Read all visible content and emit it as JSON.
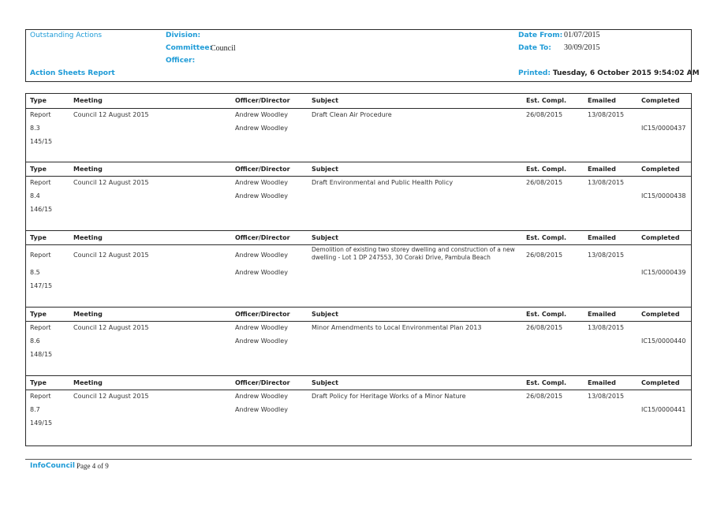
{
  "header": {
    "outstanding": "Outstanding Actions",
    "division_label": "Division:",
    "committee_label": "Committee:",
    "committee_value": "Council",
    "officer_label": "Officer:",
    "report_title": "Action Sheets Report",
    "date_from_label": "Date From:",
    "date_from_value": "01/07/2015",
    "date_to_label": "Date To:",
    "date_to_value": "30/09/2015",
    "printed_label": "Printed:",
    "printed_value": "Tuesday, 6 October 2015  9:54:02 AM"
  },
  "columns": {
    "type": "Type",
    "meeting": "Meeting",
    "officer": "Officer/Director",
    "subject": "Subject",
    "est": "Est. Compl.",
    "emailed": "Emailed",
    "completed": "Completed"
  },
  "actions": [
    {
      "type": "Report",
      "item": "8.3",
      "resolution": "145/15",
      "meeting": "Council 12 August 2015",
      "officer": "Andrew Woodley",
      "director": "Andrew Woodley",
      "subject": "Draft Clean Air Procedure",
      "est": "26/08/2015",
      "emailed": "13/08/2015",
      "completed": "IC15/0000437"
    },
    {
      "type": "Report",
      "item": "8.4",
      "resolution": "146/15",
      "meeting": "Council 12 August 2015",
      "officer": "Andrew Woodley",
      "director": "Andrew Woodley",
      "subject": "Draft Environmental and Public Health Policy",
      "est": "26/08/2015",
      "emailed": "13/08/2015",
      "completed": "IC15/0000438"
    },
    {
      "type": "Report",
      "item": "8.5",
      "resolution": "147/15",
      "meeting": "Council 12 August 2015",
      "officer": "Andrew Woodley",
      "director": "Andrew Woodley",
      "subject": "Demolition of existing two storey dwelling and construction of a new dwelling - Lot 1 DP 247553, 30 Coraki Drive, Pambula Beach",
      "est": "26/08/2015",
      "emailed": "13/08/2015",
      "completed": "IC15/0000439"
    },
    {
      "type": "Report",
      "item": "8.6",
      "resolution": "148/15",
      "meeting": "Council 12 August 2015",
      "officer": "Andrew Woodley",
      "director": "Andrew Woodley",
      "subject": "Minor Amendments to Local Environmental Plan 2013",
      "est": "26/08/2015",
      "emailed": "13/08/2015",
      "completed": "IC15/0000440"
    },
    {
      "type": "Report",
      "item": "8.7",
      "resolution": "149/15",
      "meeting": "Council 12 August 2015",
      "officer": "Andrew Woodley",
      "director": "Andrew Woodley",
      "subject": "Draft Policy for Heritage Works of a Minor Nature",
      "est": "26/08/2015",
      "emailed": "13/08/2015",
      "completed": "IC15/0000441"
    }
  ],
  "footer": {
    "brand": "InfoCouncil",
    "page": "Page 4 of 9"
  }
}
